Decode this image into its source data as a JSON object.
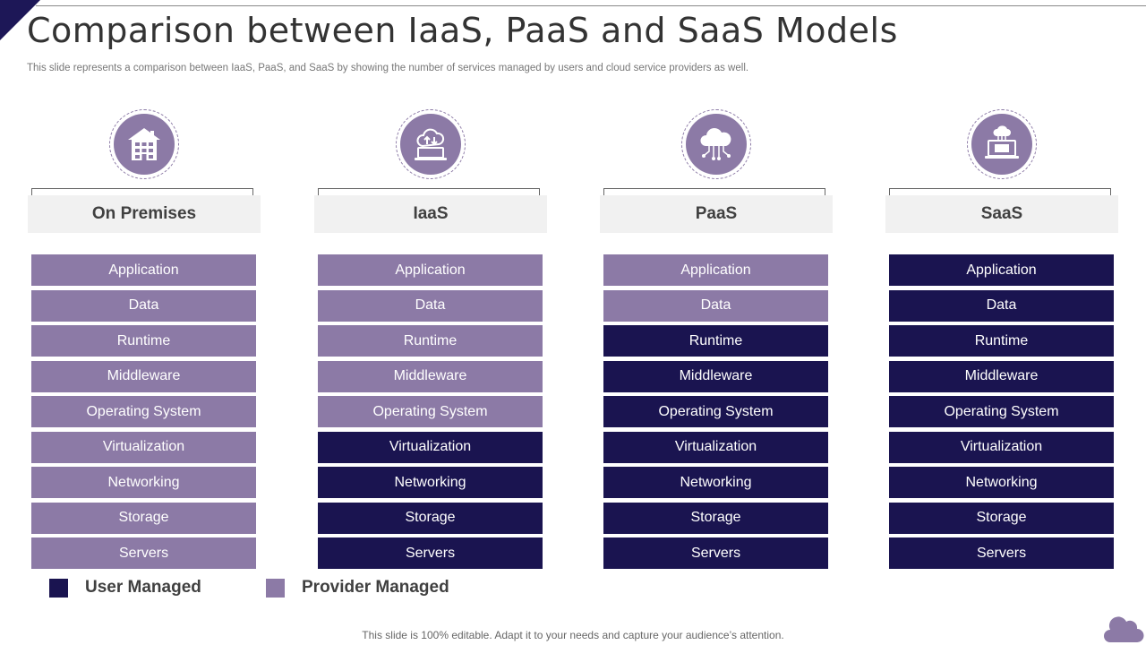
{
  "slide": {
    "title": "Comparison between IaaS, PaaS and SaaS Models",
    "subtitle": "This slide represents a comparison between IaaS, PaaS, and SaaS by showing the number of services managed by users and cloud service providers as well.",
    "footer": "This slide is 100% editable. Adapt it to your needs and capture your audience’s attention."
  },
  "colors": {
    "user_managed": "#1a1450",
    "provider_managed": "#8c7aa6"
  },
  "columns": [
    {
      "name": "On Premises",
      "icon": "building-icon",
      "layers": [
        {
          "label": "Application",
          "managed": "provider"
        },
        {
          "label": "Data",
          "managed": "provider"
        },
        {
          "label": "Runtime",
          "managed": "provider"
        },
        {
          "label": "Middleware",
          "managed": "provider"
        },
        {
          "label": "Operating System",
          "managed": "provider"
        },
        {
          "label": "Virtualization",
          "managed": "provider"
        },
        {
          "label": "Networking",
          "managed": "provider"
        },
        {
          "label": "Storage",
          "managed": "provider"
        },
        {
          "label": "Servers",
          "managed": "provider"
        }
      ]
    },
    {
      "name": "IaaS",
      "icon": "cloud-upload-laptop-icon",
      "layers": [
        {
          "label": "Application",
          "managed": "provider"
        },
        {
          "label": "Data",
          "managed": "provider"
        },
        {
          "label": "Runtime",
          "managed": "provider"
        },
        {
          "label": "Middleware",
          "managed": "provider"
        },
        {
          "label": "Operating System",
          "managed": "provider"
        },
        {
          "label": "Virtualization",
          "managed": "user"
        },
        {
          "label": "Networking",
          "managed": "user"
        },
        {
          "label": "Storage",
          "managed": "user"
        },
        {
          "label": "Servers",
          "managed": "user"
        }
      ]
    },
    {
      "name": "PaaS",
      "icon": "cloud-network-icon",
      "layers": [
        {
          "label": "Application",
          "managed": "provider"
        },
        {
          "label": "Data",
          "managed": "provider"
        },
        {
          "label": "Runtime",
          "managed": "user"
        },
        {
          "label": "Middleware",
          "managed": "user"
        },
        {
          "label": "Operating System",
          "managed": "user"
        },
        {
          "label": "Virtualization",
          "managed": "user"
        },
        {
          "label": "Networking",
          "managed": "user"
        },
        {
          "label": "Storage",
          "managed": "user"
        },
        {
          "label": "Servers",
          "managed": "user"
        }
      ]
    },
    {
      "name": "SaaS",
      "icon": "cloud-laptop-icon",
      "layers": [
        {
          "label": "Application",
          "managed": "user"
        },
        {
          "label": "Data",
          "managed": "user"
        },
        {
          "label": "Runtime",
          "managed": "user"
        },
        {
          "label": "Middleware",
          "managed": "user"
        },
        {
          "label": "Operating System",
          "managed": "user"
        },
        {
          "label": "Virtualization",
          "managed": "user"
        },
        {
          "label": "Networking",
          "managed": "user"
        },
        {
          "label": "Storage",
          "managed": "user"
        },
        {
          "label": "Servers",
          "managed": "user"
        }
      ]
    }
  ],
  "legend": [
    {
      "label": "User Managed",
      "managed": "user"
    },
    {
      "label": "Provider Managed",
      "managed": "provider"
    }
  ]
}
